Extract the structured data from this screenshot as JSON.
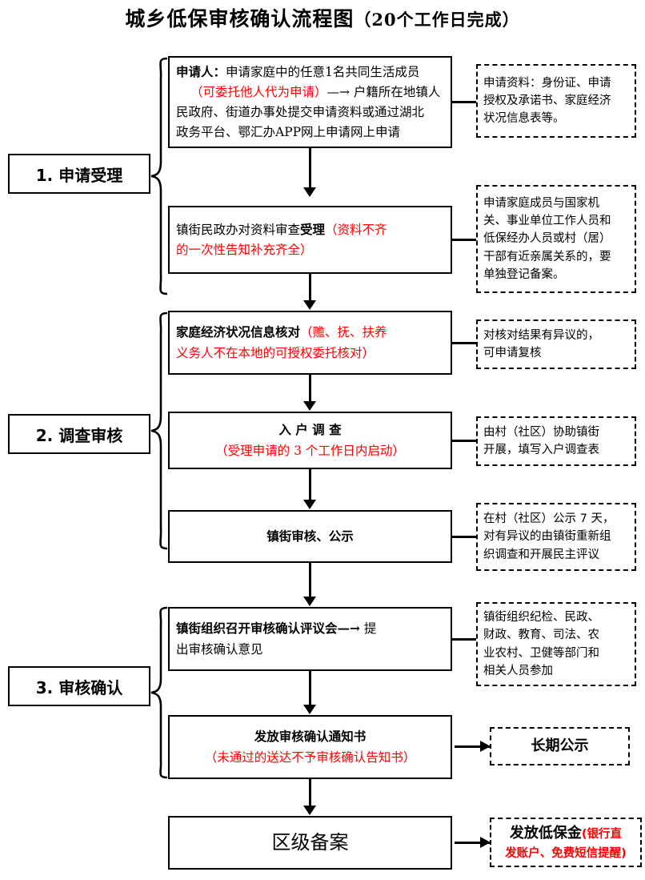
{
  "title": {
    "main": "城乡低保审核确认流程图",
    "paren": "（20个工作日完成）"
  },
  "stages": [
    {
      "label": "1. 申请受理"
    },
    {
      "label": "2. 调查审核"
    },
    {
      "label": "3. 审核确认"
    }
  ],
  "steps": [
    {
      "id": "step-application",
      "lines": [
        {
          "segments": [
            {
              "text": "申请人：",
              "style": "bold"
            },
            {
              "text": "申请家庭中的任意1名共同生活成员",
              "style": "normal"
            }
          ]
        },
        {
          "segments": [
            {
              "text": "（可委托他人代为申请）",
              "style": "red"
            },
            {
              "text": "—→ 户籍所在地镇人",
              "style": "normal"
            }
          ]
        },
        {
          "segments": [
            {
              "text": "民政府、街道办事处提交申请资料或通过湖北",
              "style": "normal"
            }
          ]
        },
        {
          "segments": [
            {
              "text": "政务平台、鄂汇办APP网上申请网上申请",
              "style": "normal"
            }
          ]
        }
      ]
    },
    {
      "id": "step-accept",
      "lines": [
        {
          "segments": [
            {
              "text": "镇街民政办对资料审查",
              "style": "normal"
            },
            {
              "text": "受理",
              "style": "bold"
            },
            {
              "text": "（资料不齐",
              "style": "red"
            }
          ]
        },
        {
          "segments": [
            {
              "text": "的一次性告知补充齐全）",
              "style": "red"
            }
          ]
        }
      ]
    },
    {
      "id": "step-verify",
      "lines": [
        {
          "segments": [
            {
              "text": "家庭经济状况信息核对",
              "style": "bold"
            },
            {
              "text": "（赡、抚、扶养",
              "style": "red"
            }
          ]
        },
        {
          "segments": [
            {
              "text": "义务人不在本地的可授权委托核对）",
              "style": "red"
            }
          ]
        }
      ]
    },
    {
      "id": "step-home-visit",
      "lines": [
        {
          "segments": [
            {
              "text": "入 户 调 查",
              "style": "bold-center"
            }
          ]
        },
        {
          "segments": [
            {
              "text": "（受理申请的 3 个工作日内启动）",
              "style": "red-center"
            }
          ]
        }
      ]
    },
    {
      "id": "step-review-publicity",
      "lines": [
        {
          "segments": [
            {
              "text": "镇街审核、公示",
              "style": "bold-center"
            }
          ]
        }
      ]
    },
    {
      "id": "step-review-meeting",
      "lines": [
        {
          "segments": [
            {
              "text": "镇街组织召开审核确认评议会—→",
              "style": "bold"
            },
            {
              "text": " 提",
              "style": "normal"
            }
          ]
        },
        {
          "segments": [
            {
              "text": "出审核确认意见",
              "style": "normal"
            }
          ]
        }
      ]
    },
    {
      "id": "step-notice",
      "lines": [
        {
          "segments": [
            {
              "text": "发放审核确认通知书",
              "style": "bold-center"
            }
          ]
        },
        {
          "segments": [
            {
              "text": "（未通过的送达不予审核确认告知书）",
              "style": "red-center"
            }
          ]
        }
      ]
    },
    {
      "id": "step-district-record",
      "lines": [
        {
          "segments": [
            {
              "text": "区级备案",
              "style": "big-center"
            }
          ]
        }
      ]
    }
  ],
  "notes": [
    {
      "id": "note-materials",
      "lines": [
        "申请资料：身份证、申请",
        "授权及承诺书、家庭经济",
        "状况信息表等。"
      ]
    },
    {
      "id": "note-relatives",
      "lines": [
        "申请家庭成员与国家机",
        "关、事业单位工作人员和",
        "低保经办人员或村（居）",
        "干部有近亲属关系的，要",
        "单独登记备案。"
      ]
    },
    {
      "id": "note-objection",
      "lines": [
        "对核对结果有异议的，",
        "可申请复核"
      ]
    },
    {
      "id": "note-village-assist",
      "lines": [
        "由村（社区）协助镇街",
        "开展，填写入户调查表"
      ]
    },
    {
      "id": "note-publicity-7days",
      "lines": [
        "在村（社区）公示 7 天，",
        "对有异议的由镇街重新组",
        "织调查和开展民主评议"
      ]
    },
    {
      "id": "note-departments",
      "lines": [
        "镇街组织纪检、民政、",
        "财政、教育、司法、农",
        "业农村、卫健等部门和",
        "相关人员参加"
      ]
    }
  ],
  "outcomes": [
    {
      "id": "outcome-long-publicity",
      "lines": [
        {
          "segments": [
            {
              "text": "长期公示",
              "style": "big"
            }
          ]
        }
      ]
    },
    {
      "id": "outcome-payment",
      "lines": [
        {
          "segments": [
            {
              "text": "发放低保金",
              "style": "big"
            },
            {
              "text": "(银行直",
              "style": "red"
            }
          ]
        },
        {
          "segments": [
            {
              "text": "发账户、免费短信提醒)",
              "style": "red"
            }
          ]
        }
      ]
    }
  ],
  "colors": {
    "accent_red": "#ff0000",
    "line": "#000000",
    "background": "#ffffff"
  }
}
